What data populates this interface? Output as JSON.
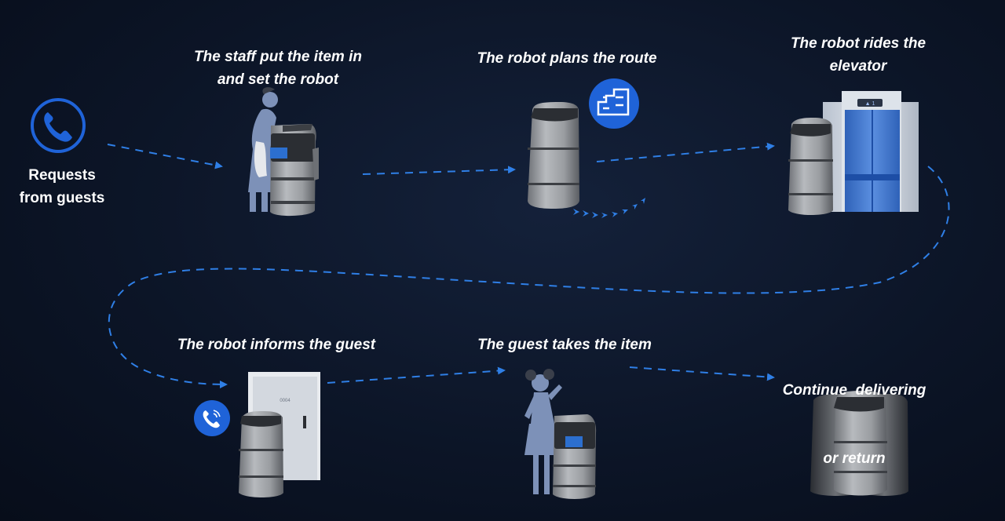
{
  "steps": [
    {
      "lines": [
        "Requests",
        "from guests"
      ]
    },
    {
      "lines": [
        "The staff put the item in",
        "and set the robot"
      ]
    },
    {
      "lines": [
        "The robot plans the route"
      ]
    },
    {
      "lines": [
        "The robot rides the",
        "elevator"
      ]
    },
    {
      "lines": [
        "The robot informs the guest"
      ]
    },
    {
      "lines": [
        "The guest takes the item"
      ]
    },
    {
      "lines": [
        "Continue  delivering",
        "or return"
      ]
    }
  ],
  "elevator_display": "▲ 1",
  "door_number": "0004",
  "colors": {
    "background": "#0c1527",
    "accent": "#1f63d8",
    "dash": "#2f7fe6",
    "robot_body": "#a4a7ab",
    "robot_dark": "#2b2e33",
    "person": "#7d91b8"
  },
  "icons": [
    "phone-icon",
    "route-map-icon",
    "phone-call-icon"
  ]
}
